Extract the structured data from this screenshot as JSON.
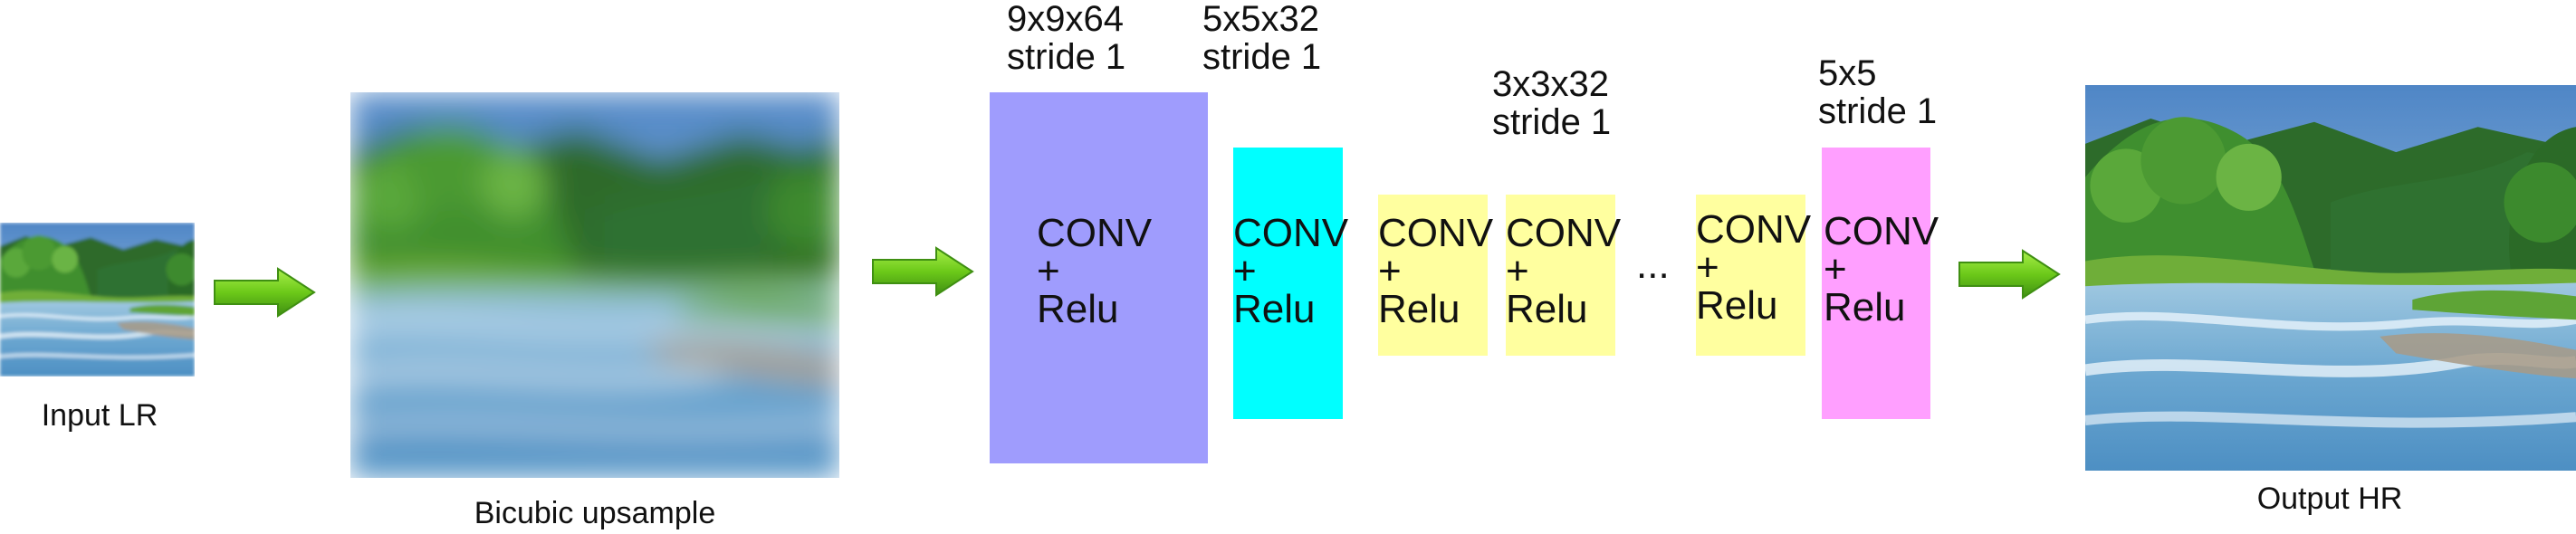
{
  "images": {
    "input_caption": "Input LR",
    "upsample_caption": "Bicubic upsample",
    "output_caption": "Output HR"
  },
  "layers": [
    {
      "spec_line1": "9x9x64",
      "spec_line2": "stride 1",
      "op": "CONV",
      "plus": "+",
      "act": "Relu",
      "color": "#9f9cfd"
    },
    {
      "spec_line1": "5x5x32",
      "spec_line2": "stride 1",
      "op": "CONV",
      "plus": "+",
      "act": "Relu",
      "color": "#00ffff"
    },
    {
      "spec_line1": "3x3x32",
      "spec_line2": "stride 1",
      "op": "CONV",
      "plus": "+",
      "act": "Relu",
      "color": "#ffff9f"
    },
    {
      "op": "CONV",
      "plus": "+",
      "act": "Relu",
      "color": "#ffff9f"
    },
    {
      "op": "CONV",
      "plus": "+",
      "act": "Relu",
      "color": "#ffff9f"
    },
    {
      "spec_line1": "5x5",
      "spec_line2": "stride 1",
      "op": "CONV",
      "plus": "+",
      "act": "Relu",
      "color": "#ff9fff"
    }
  ],
  "ellipsis": "...",
  "colors": {
    "arrow_green": "#6cc919",
    "arrow_dark": "#3f8f12"
  }
}
